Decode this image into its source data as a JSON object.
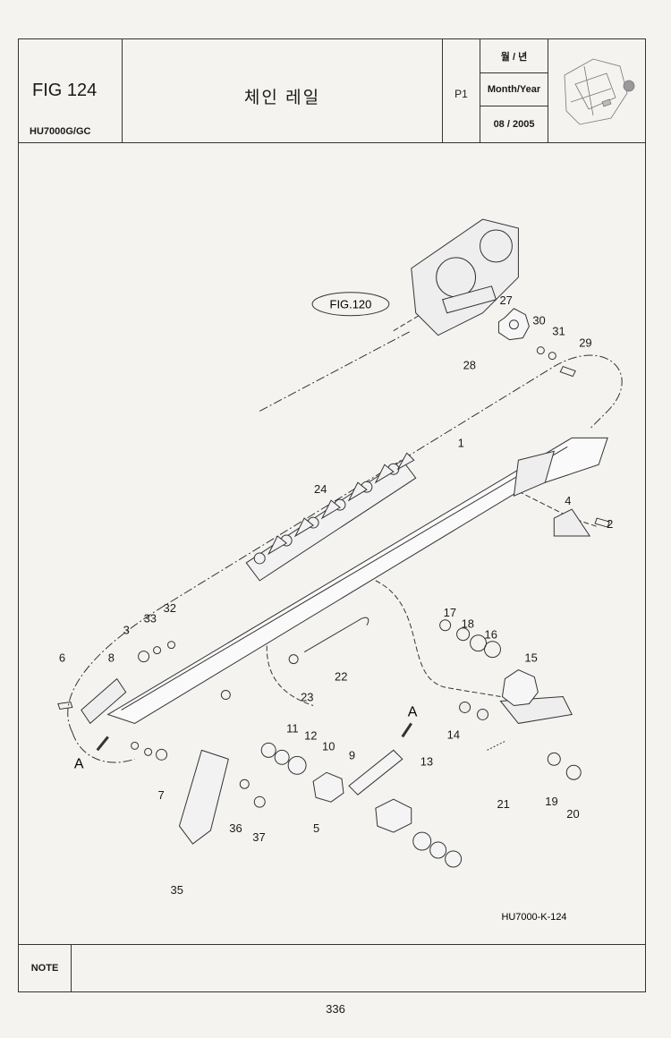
{
  "header": {
    "fig_number": "FIG 124",
    "model": "HU7000G/GC",
    "title": "체인 레일",
    "page_part": "P1",
    "date_label_kr": "월 / 년",
    "date_label_en": "Month/Year",
    "date_value": "08 / 2005"
  },
  "drawing": {
    "fig_ref": "FIG.120",
    "drawing_code": "HU7000-K-124",
    "view_label": "A",
    "callouts": [
      "1",
      "2",
      "3",
      "4",
      "5",
      "6",
      "7",
      "8",
      "9",
      "10",
      "11",
      "12",
      "13",
      "14",
      "15",
      "16",
      "17",
      "18",
      "19",
      "20",
      "21",
      "22",
      "23",
      "24",
      "27",
      "28",
      "29",
      "30",
      "31",
      "32",
      "33",
      "35",
      "36",
      "37"
    ]
  },
  "footer": {
    "note_label": "NOTE",
    "page_number": "336"
  }
}
